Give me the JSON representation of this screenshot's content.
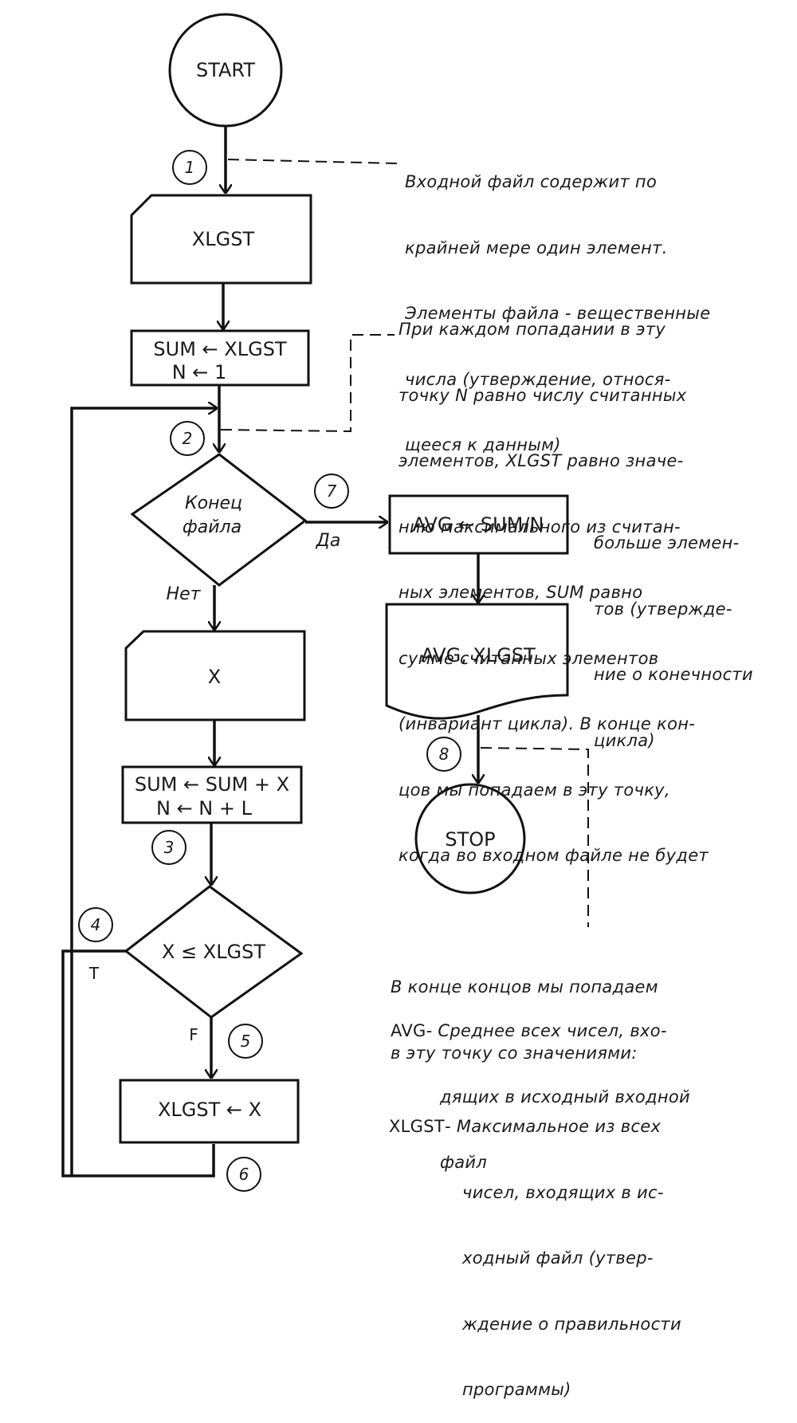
{
  "flowchart": {
    "start": "START",
    "stop": "STOP",
    "input_1": "XLGST",
    "init_line_1": "SUM ← XLGST",
    "init_line_2": "N ← 1",
    "decision_eof_line_1": "Конец",
    "decision_eof_line_2": "файла",
    "yes_label": "Да",
    "no_label": "Нет",
    "input_2": "X",
    "update_line_1": "SUM ← SUM + X",
    "update_line_2": "N ← N + L",
    "decision_cmp": "X ≤ XLGST",
    "true_label": "T",
    "false_label": "F",
    "assign_max": "XLGST ← X",
    "compute_avg": "AVG ← SUM/N",
    "output": "AVG, XLGST",
    "checkpoints": [
      "1",
      "2",
      "3",
      "4",
      "5",
      "6",
      "7",
      "8"
    ]
  },
  "notes": {
    "note_1": [
      "Входной файл содержит по",
      "крайней мере один элемент.",
      "Элементы файла - вещественные",
      "числа (утверждение, относя-",
      "щееся к данным)"
    ],
    "note_2": [
      "При каждом попадании в эту",
      "точку N равно числу считанных",
      "элементов, XLGST равно значе-",
      "нию максимального из считан-",
      "ных элементов, SUM равно",
      "сумме считанных элементов",
      "(инвариант цикла). В конце кон-",
      "цов мы попадаем в эту точку,",
      "когда во входном файле не будет"
    ],
    "note_2_tail": [
      "больше элемен-",
      "тов (утвержде-",
      "ние о конечности",
      "цикла)"
    ],
    "note_3": [
      "В конце концов мы попадаем",
      "в эту точку со значениями:"
    ],
    "note_3_avg_term": "AVG",
    "note_3_avg_desc": [
      "- Среднее всех чисел, вхо-",
      "дящих в исходный входной",
      "файл"
    ],
    "note_3_xlgst_term": "XLGST",
    "note_3_xlgst_desc": [
      "- Максимальное из всех",
      "чисел, входящих в ис-",
      "ходный файл (утвер-",
      "ждение о правильности",
      "программы)"
    ]
  }
}
